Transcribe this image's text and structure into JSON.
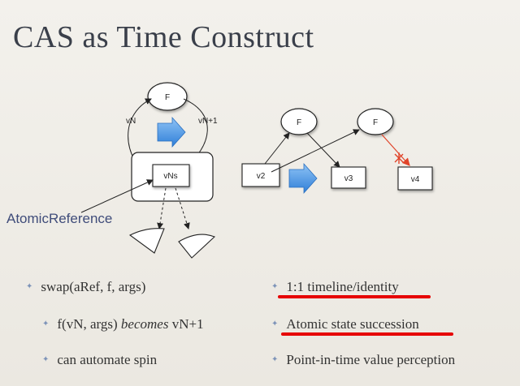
{
  "title": "CAS as Time Construct",
  "diagram_left": {
    "f_node": "F",
    "edge_left": "vN",
    "edge_right": "vN+1",
    "box_label": "vNs",
    "pointer_label": "AtomicReference"
  },
  "diagram_right": {
    "f_node_1": "F",
    "f_node_2": "F",
    "box_v2": "v2",
    "box_v3": "v3",
    "box_v4": "v4"
  },
  "bullets_left": [
    {
      "text": "swap(aRef, f, args)"
    },
    {
      "pre": "f(vN, args) ",
      "em": "becomes",
      "post": " vN+1"
    },
    {
      "text": "can automate spin"
    }
  ],
  "bullets_right": [
    {
      "text": "1:1 timeline/identity"
    },
    {
      "text": "Atomic state succession"
    },
    {
      "text": "Point-in-time value perception"
    }
  ],
  "colors": {
    "arrow_blue": "#4a90d9",
    "underline_red": "#e60000",
    "title": "#3a3f4a"
  }
}
